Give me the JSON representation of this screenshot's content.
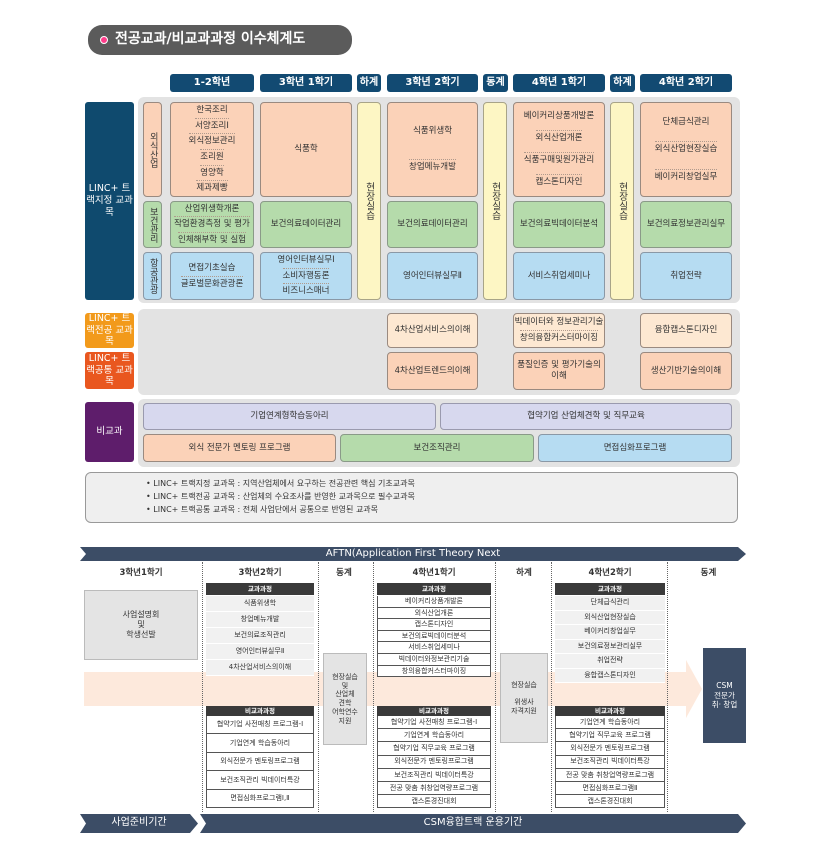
{
  "title": "전공교과/비교과과정 이수체계도",
  "headers": [
    "1-2학년",
    "3학년 1학기",
    "하계",
    "3학년 2학기",
    "동계",
    "4학년 1학기",
    "하계",
    "4학년 2학기"
  ],
  "track_designated": {
    "label": "LINC+ 트랙지정 교과목",
    "categories": [
      "외식산업",
      "보건관리",
      "항공관광"
    ],
    "field_practice": "현장실습",
    "rows": [
      [
        [
          "한국조리",
          "서양조리Ⅰ",
          "외식정보관리",
          "조리원",
          "영양학",
          "제과제빵"
        ],
        [
          "식품학"
        ],
        [
          "식품위생학",
          "창업메뉴개발"
        ],
        [
          "베이커리상품개발론",
          "외식산업개론",
          "식품구매및원가관리",
          "캡스톤디자인"
        ],
        [
          "단체급식관리",
          "외식산업현장실습",
          "베이커리창업실무"
        ]
      ],
      [
        [
          "산업위생학개론",
          "작업환경측정 및 평가",
          "인체해부학 및 실험"
        ],
        [
          "보건의료데이터관리"
        ],
        [
          "보건의료데이터관리"
        ],
        [
          "보건의료빅데이터분석"
        ],
        [
          "보건의료정보관리실무"
        ]
      ],
      [
        [
          "면접기초실습",
          "글로벌문화관광론"
        ],
        [
          "영어인터뷰실무Ⅰ",
          "소비자행동론",
          "비즈니스매너"
        ],
        [
          "영어인터뷰실무Ⅱ"
        ],
        [
          "서비스취업세미나"
        ],
        [
          "취업전략"
        ]
      ]
    ]
  },
  "track_major": {
    "label": "LINC+ 트랙전공 교과목",
    "items": [
      [
        "4차산업서비스의이해"
      ],
      [
        "빅데이터와 정보관리기술",
        "창의융합커스터마이징"
      ],
      [
        "융합캡스톤디자인"
      ]
    ]
  },
  "track_common": {
    "label": "LINC+ 트랙공통 교과목",
    "items": [
      [
        "4차산업트렌드의이해"
      ],
      [
        "품질인증 및 평가기술의 이해"
      ],
      [
        "생산기반기술의이해"
      ]
    ]
  },
  "extracurricular": {
    "label": "비교과",
    "row1": [
      "기업연계형학습동아리",
      "협약기업 산업체견학 및 직무교육"
    ],
    "row2": [
      "외식 전문가  멘토링 프로그램",
      "보건조직관리",
      "면접심화프로그램"
    ]
  },
  "notes": [
    "• LINC+ 트랙지정 교과목 : 지역산업체에서 요구하는 전공관련 핵심 기초교과목",
    "• LINC+ 트랙전공 교과목 : 산업체의 수요조사를 반영한 교과목으로 필수교과목",
    "• LINC+ 트랙공통 교과목 : 전체 사업단에서 공통으로 반영된 교과목"
  ],
  "flow": {
    "banner": "AFTN(Application First Theory Next",
    "columns": [
      "3학년1학기",
      "3학년2학기",
      "동계",
      "4학년1학기",
      "하계",
      "4학년2학기",
      "동계"
    ],
    "prep": "사업설명회\n및\n학생선발",
    "curriculum_label": "교과과정",
    "extra_label": "비교과과정",
    "s32_courses": [
      "식품위생학",
      "창업메뉴개발",
      "보건의료조직관리",
      "영어인터뷰실무Ⅱ",
      "4차산업서비스의이해"
    ],
    "s32_extra": [
      "협약기업 사전매칭 프로그램-Ⅰ",
      "기업연계 학습동아리",
      "외식전문가 멘토링프로그램",
      "보건조직관리 빅데이터특강",
      "면접심화프로그램Ⅰ,Ⅱ"
    ],
    "winter1": "현장실습\n및\n산업체\n견학\n어학연수\n지원",
    "s41_courses": [
      "베이커리상품개발론",
      "외식산업개론",
      "캡스톤디자인",
      "보건의료빅데이터분석",
      "서비스취업세미나",
      "빅데이터와정보관리기술",
      "창의융합커스터마이징"
    ],
    "s41_extra": [
      "협약기업 사전매칭 프로그램-Ⅰ",
      "기업연계 학습동아리",
      "협약기업 직무교육 프로그램",
      "외식전문가 멘토링프로그램",
      "보건조직관리 빅데이터특강",
      "전공 맞춤 취창업역량프로그램",
      "캡스톤경진대회"
    ],
    "summer": "현장실습\n\n위생사\n자격지원",
    "s42_courses": [
      "단체급식관리",
      "외식산업현장실습",
      "베이커리창업실무",
      "보건의료정보관리실무",
      "취업전략",
      "융합캡스톤디자인"
    ],
    "s42_extra": [
      "기업연계 학습동아리",
      "협약기업 직무교육 프로그램",
      "외식전문가 멘토링프로그램",
      "보건조직관리 빅데이터특강",
      "전공 맞춤 취창업역량프로그램",
      "면접심화프로그램Ⅱ",
      "캡스톤경진대회"
    ],
    "csm": "CSM\n전문가\n취· 창업",
    "prep_period": "사업준비기간",
    "operation_period": "CSM융합트랙 운용기간"
  }
}
